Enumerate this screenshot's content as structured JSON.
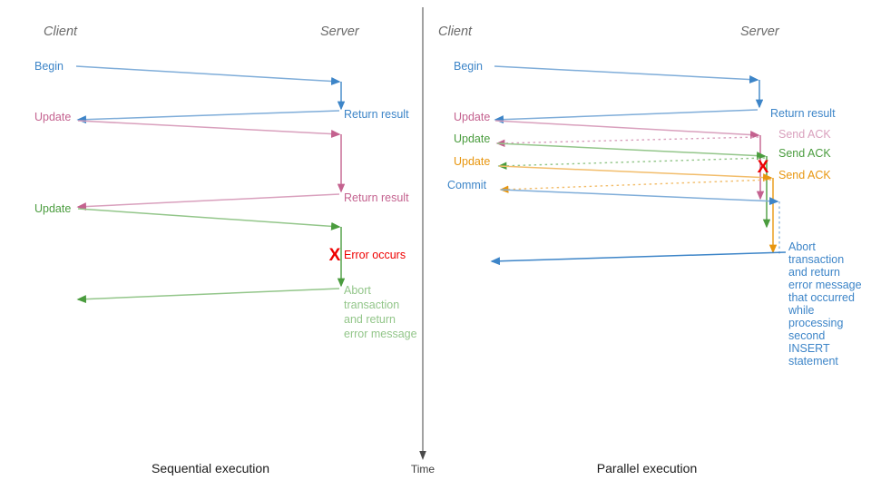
{
  "palette": {
    "blue": "#3d85c8",
    "blue_light": "#7fadd9",
    "pink": "#c4628f",
    "pink_light": "#d9a0bd",
    "green": "#4a9c3e",
    "green_light": "#93c68a",
    "orange": "#e8960f",
    "orange_light": "#f2bd6b",
    "red": "#ee0000",
    "gray": "#6b6b6b",
    "axis": "#4a4a4a",
    "divider": "#555555",
    "text_dark": "#1a1a1a"
  },
  "divider": {
    "name": "panel-divider"
  },
  "time_axis": {
    "label": "Time"
  },
  "left_panel": {
    "caption": "Sequential execution",
    "lanes": {
      "client": "Client",
      "server": "Server"
    },
    "messages": [
      {
        "id": "begin",
        "label": "Begin",
        "color": "blue"
      },
      {
        "id": "return-1",
        "label": "Return result",
        "color": "blue"
      },
      {
        "id": "update-1",
        "label": "Update",
        "color": "pink"
      },
      {
        "id": "return-2",
        "label": "Return result",
        "color": "pink"
      },
      {
        "id": "update-2",
        "label": "Update",
        "color": "green"
      },
      {
        "id": "error",
        "label": "Error occurs",
        "color": "red"
      },
      {
        "id": "abort",
        "label": "Abort transaction and return error message",
        "color": "green"
      }
    ],
    "abort_lines": [
      "Abort",
      "transaction",
      "and return",
      "error message"
    ],
    "error_mark": "X"
  },
  "right_panel": {
    "caption": "Parallel execution",
    "lanes": {
      "client": "Client",
      "server": "Server"
    },
    "messages": [
      {
        "id": "begin",
        "label": "Begin",
        "color": "blue"
      },
      {
        "id": "return-1",
        "label": "Return result",
        "color": "blue"
      },
      {
        "id": "update-1",
        "label": "Update",
        "color": "pink"
      },
      {
        "id": "ack-1",
        "label": "Send ACK",
        "color": "pink"
      },
      {
        "id": "update-2",
        "label": "Update",
        "color": "green"
      },
      {
        "id": "ack-2",
        "label": "Send ACK",
        "color": "green"
      },
      {
        "id": "update-3",
        "label": "Update",
        "color": "orange"
      },
      {
        "id": "ack-3",
        "label": "Send ACK",
        "color": "orange"
      },
      {
        "id": "commit",
        "label": "Commit",
        "color": "blue"
      },
      {
        "id": "abort",
        "label": "Abort transaction and return error message that occurred while processing second INSERT statement",
        "color": "blue"
      }
    ],
    "abort_lines": [
      "Abort",
      "transaction",
      "and return",
      "error message",
      "that occurred",
      "while",
      "processing",
      "second",
      "INSERT",
      "statement"
    ],
    "error_mark": "X"
  }
}
